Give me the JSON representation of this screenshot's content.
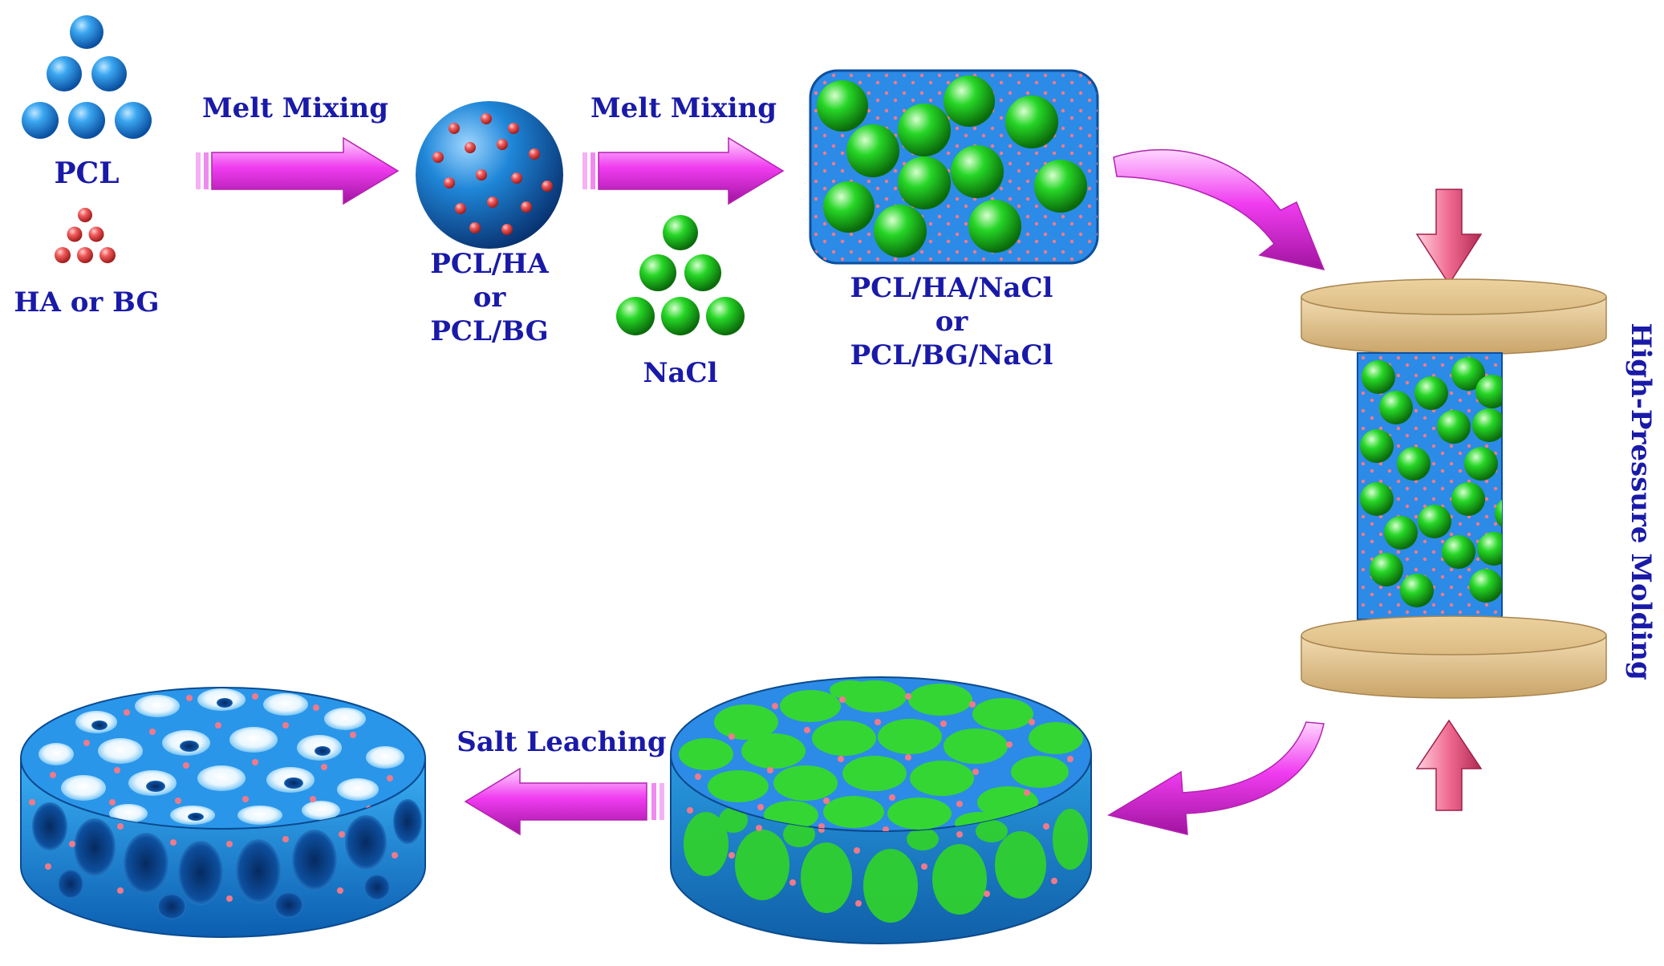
{
  "labels": {
    "pcl": "PCL",
    "ha_bg": "HA or BG",
    "melt_mixing_1": "Melt Mixing",
    "melt_mixing_2": "Melt Mixing",
    "pcl_ha": "PCL/HA",
    "or_1": "or",
    "pcl_bg": "PCL/BG",
    "nacl": "NaCl",
    "pcl_ha_nacl": "PCL/HA/NaCl",
    "or_2": "or",
    "pcl_bg_nacl": "PCL/BG/NaCl",
    "high_pressure_molding": "High-Pressure Molding",
    "salt_leaching": "Salt Leaching"
  },
  "colors": {
    "label_text": "#1a1aa8",
    "pcl_blue": "#1e8fe0",
    "ha_red": "#f05a5a",
    "nacl_green": "#22d022",
    "arrow_magenta": "#f03cf0",
    "mold_plate": "#e2c28e",
    "pressure_arrow": "#f06a90"
  },
  "icons": {
    "pcl_particles": "blue-sphere-triangle-icon",
    "ha_particles": "red-sphere-triangle-icon",
    "nacl_particles": "green-sphere-triangle-icon",
    "composite_sphere": "blue-sphere-with-red-dots-icon",
    "composite_block": "blue-block-with-green-spheres-icon",
    "mold_press": "press-plates-icon",
    "molded_disc": "green-circle-disc-icon",
    "porous_scaffold": "porous-blue-scaffold-icon"
  }
}
